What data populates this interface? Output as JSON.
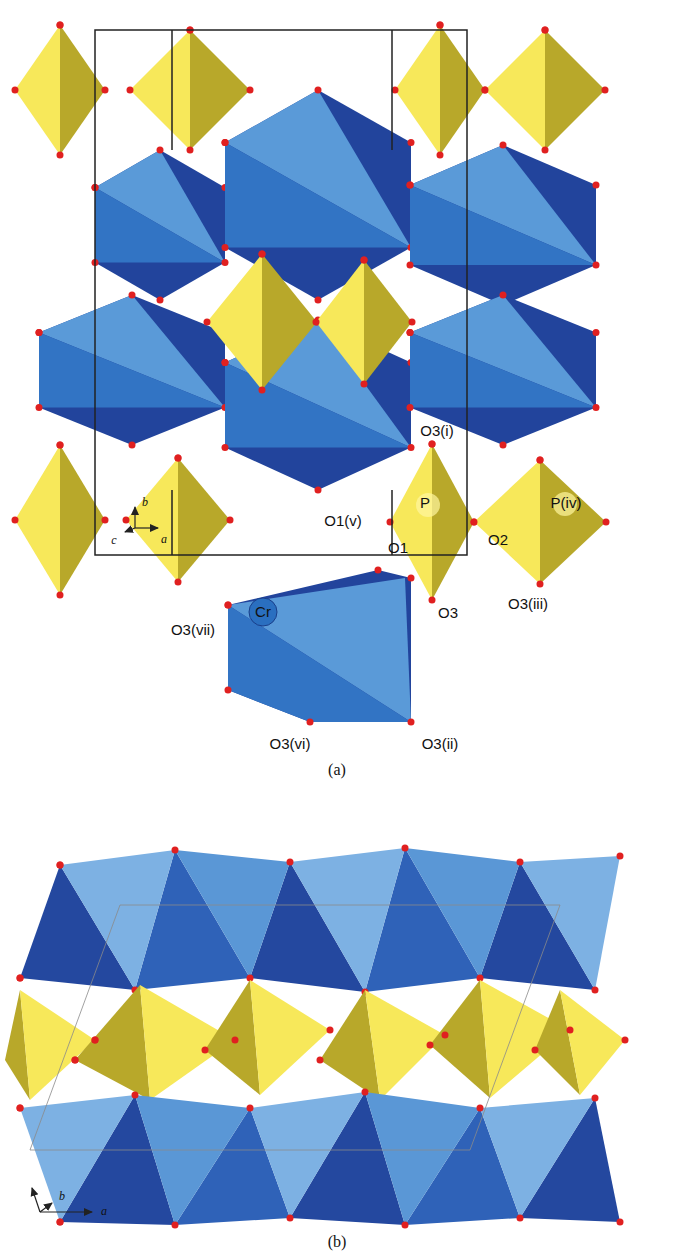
{
  "diagram": {
    "labels": [
      "O3(i)",
      "O1(v)",
      "P",
      "O2",
      "P(iv)",
      "O1",
      "Cr",
      "O3",
      "O3(iii)",
      "O3(vii)",
      "O3(vi)",
      "O3(ii)",
      "b",
      "c",
      "a",
      "(a)",
      "b",
      "a",
      "(b)"
    ]
  }
}
